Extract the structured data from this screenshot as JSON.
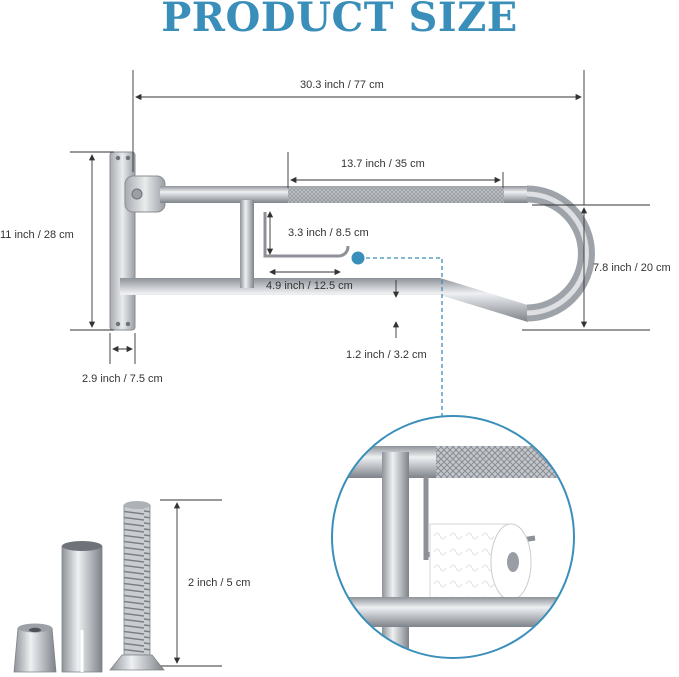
{
  "title": "PRODUCT SIZE",
  "colors": {
    "title": "#3a8fba",
    "accent": "#3a8fba",
    "line": "#333333",
    "steel": "#b8bcc2"
  },
  "dimensions": {
    "overall_length": "30.3 inch / 77 cm",
    "grip_length": "13.7 inch / 35 cm",
    "plate_height": "11 inch / 28 cm",
    "holder_height": "3.3 inch / 8.5 cm",
    "holder_length": "4.9 inch / 12.5 cm",
    "bar_height": "7.8 inch / 20 cm",
    "tube_diameter": "1.2 inch / 3.2 cm",
    "plate_width": "2.9 inch / 7.5 cm",
    "bolt_length": "2 inch / 5 cm"
  }
}
